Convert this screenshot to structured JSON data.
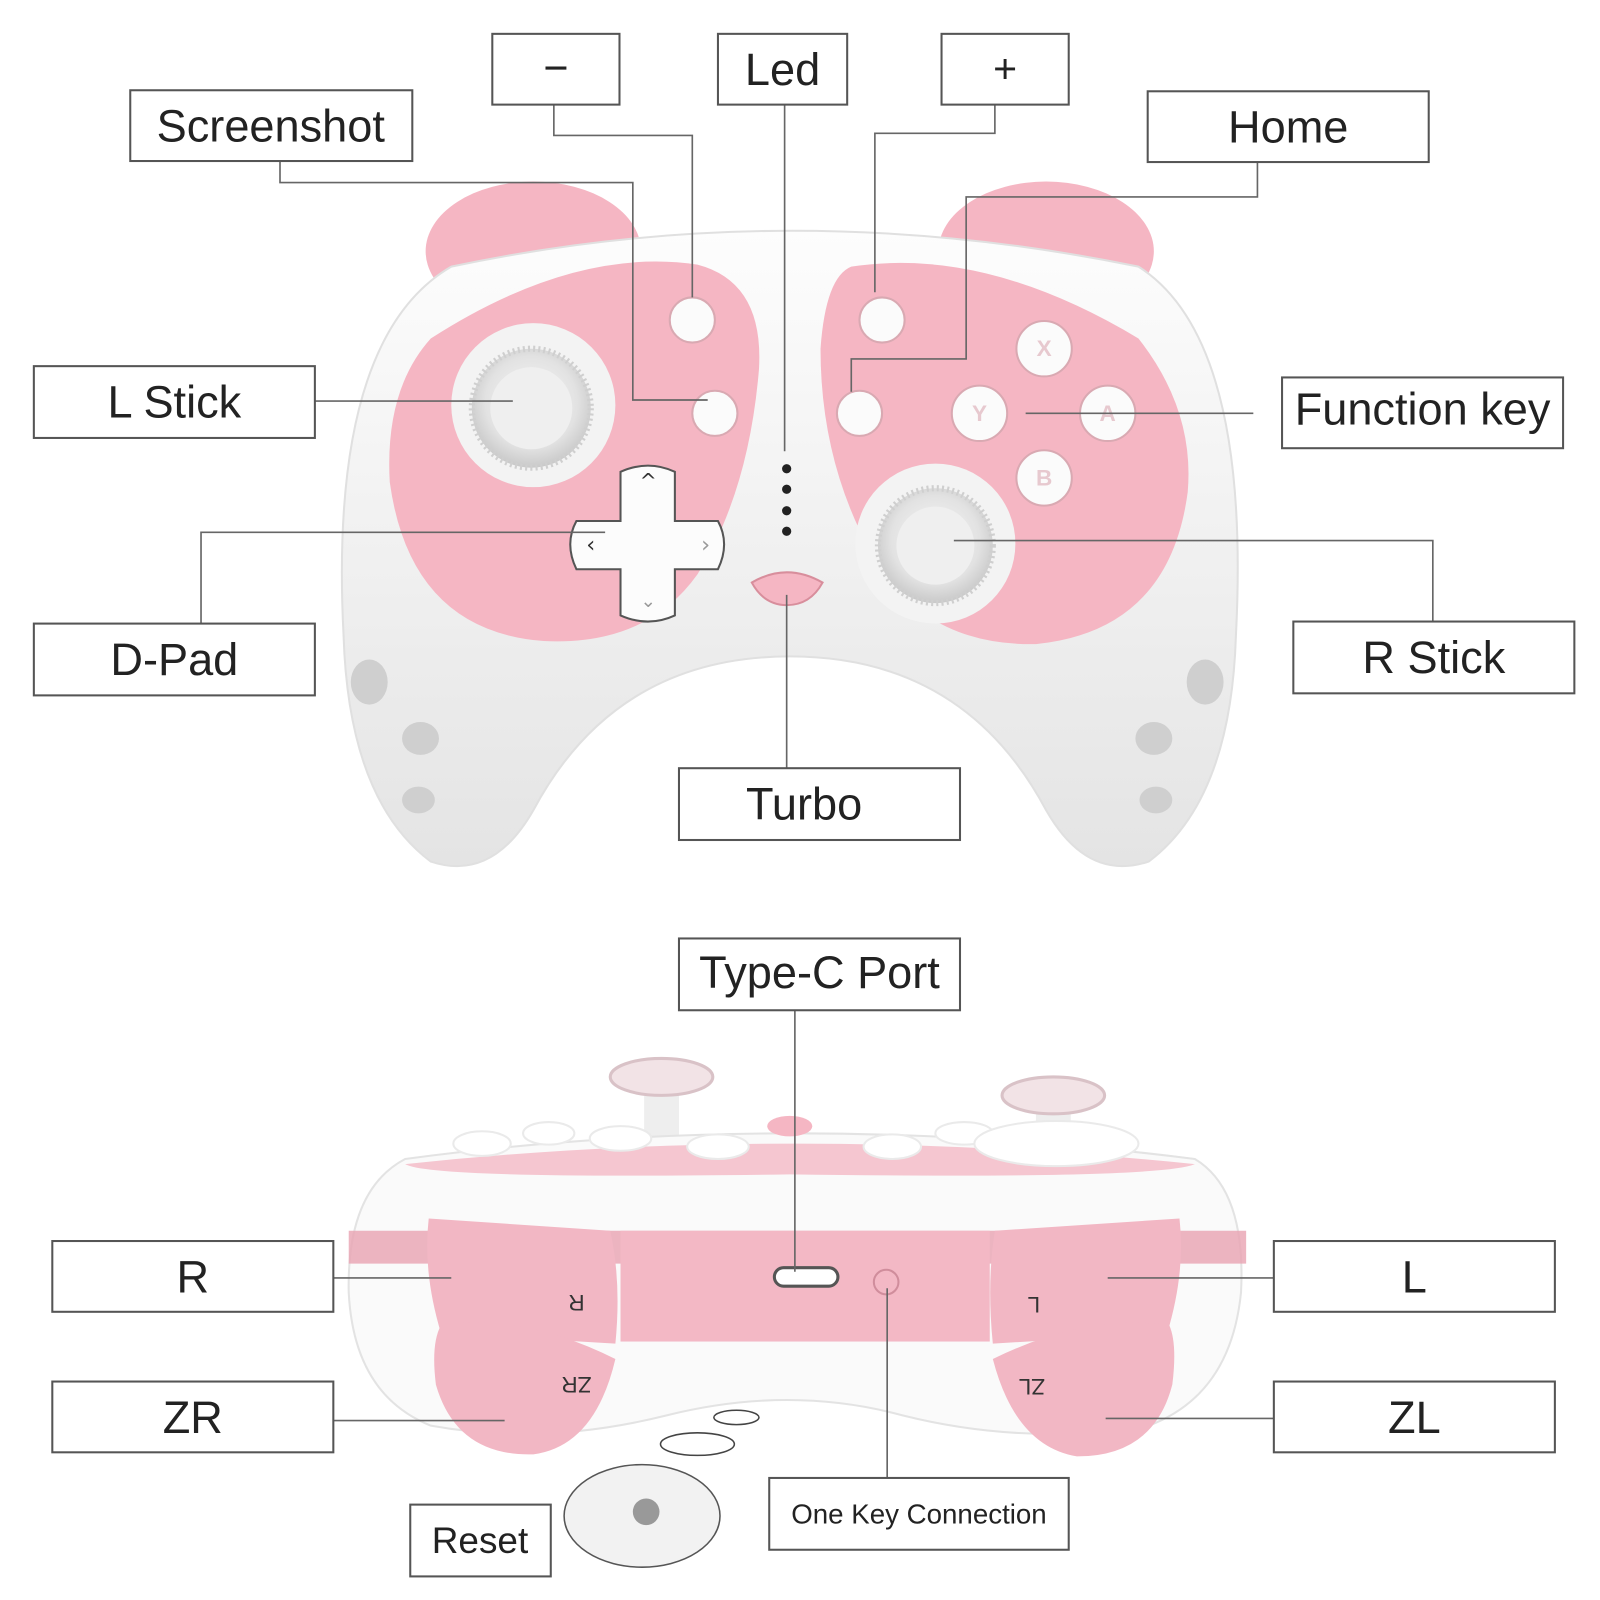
{
  "labels": {
    "minus": "−",
    "led": "Led",
    "plus": "+",
    "screenshot": "Screenshot",
    "home": "Home",
    "l_stick": "L Stick",
    "function_key": "Function key",
    "d_pad": "D-Pad",
    "r_stick": "R Stick",
    "turbo": "Turbo",
    "type_c_port": "Type-C Port",
    "r": "R",
    "l": "L",
    "zr": "ZR",
    "zl": "ZL",
    "reset": "Reset",
    "one_key_connection": "One Key Connection"
  },
  "buttons": {
    "x": "X",
    "y": "Y",
    "a": "A",
    "b": "B"
  },
  "triggers": {
    "r": "R",
    "l": "L",
    "zr": "ZR",
    "zl": "ZL"
  },
  "colors": {
    "pink": "#f5b6c3",
    "white": "#f4f4f4",
    "outline": "#555555"
  }
}
